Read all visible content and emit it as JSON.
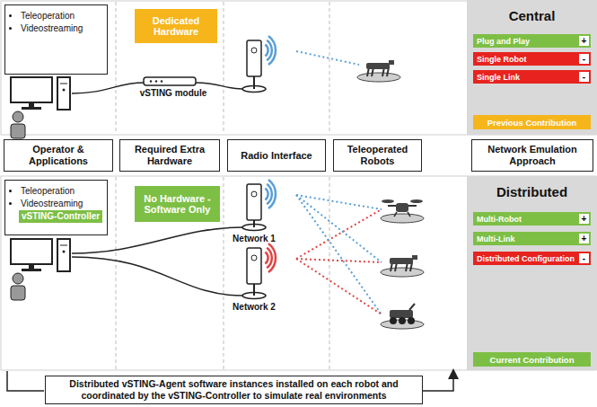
{
  "diagram": {
    "nodes": [
      {
        "text": [
          "Teleoperation",
          "Videostreaming"
        ]
      },
      {
        "text": [
          "Dedicated Hardware"
        ]
      },
      {
        "text": [
          "Central"
        ]
      },
      {
        "text": [
          "Plug and Play",
          "+"
        ],
        "in": 2
      },
      {
        "text": [
          "Single Robot",
          "-"
        ],
        "in": 2
      },
      {
        "text": [
          "Single Link",
          "-"
        ],
        "in": 2
      },
      {
        "text": [
          "Previous Contribution"
        ],
        "in": 2
      },
      {
        "text": [
          "Operator & Applications"
        ]
      },
      {
        "text": [
          "Required Extra Hardware"
        ]
      },
      {
        "text": [
          "Radio Interface"
        ]
      },
      {
        "text": [
          "Teleoperated Robots"
        ]
      },
      {
        "text": [
          "Network Emulation Approach"
        ]
      },
      {
        "text": [
          "Teleoperation",
          "Videostreaming",
          "vSTING-Controller"
        ]
      },
      {
        "text": [
          "No Hardware - Software Only"
        ]
      },
      {
        "text": [
          "Distributed"
        ]
      },
      {
        "text": [
          "Multi-Robot",
          "+"
        ],
        "in": 14
      },
      {
        "text": [
          "Multi-Link",
          "+"
        ],
        "in": 14
      },
      {
        "text": [
          "Distributed Configuration",
          "-"
        ],
        "in": 14
      },
      {
        "text": [
          "Current Contribution"
        ],
        "in": 14
      },
      {
        "text": [
          "Distributed vSTING-Agent software instances installed on each robot and coordinated by the vSTING-Controller to simulate real environments"
        ]
      }
    ],
    "labels": [
      "vSTING module",
      "Network 1",
      "Network 2"
    ]
  }
}
